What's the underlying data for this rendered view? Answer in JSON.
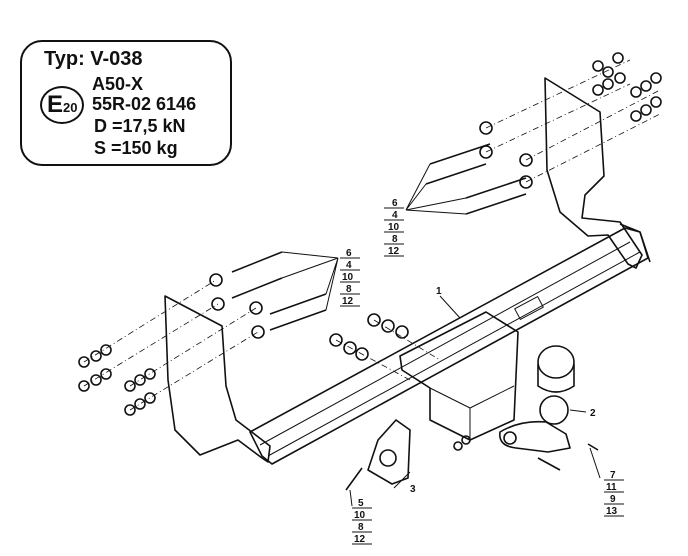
{
  "badge": {
    "typ": "Typ: V-038",
    "e_mark": "E",
    "e_number": "20",
    "approval": "A50-X",
    "regulation": "55R-02 6146",
    "d_value": "D =17,5 kN",
    "s_value": "S =150 kg"
  },
  "callouts": {
    "part1": "1",
    "part2": "2",
    "part3": "3",
    "group_upper_right": [
      "6",
      "4",
      "10",
      "8",
      "12"
    ],
    "group_upper_left": [
      "6",
      "4",
      "10",
      "8",
      "12"
    ],
    "group_bottom_left": [
      "5",
      "10",
      "8",
      "12"
    ],
    "group_bottom_right": [
      "7",
      "11",
      "9",
      "13"
    ]
  }
}
